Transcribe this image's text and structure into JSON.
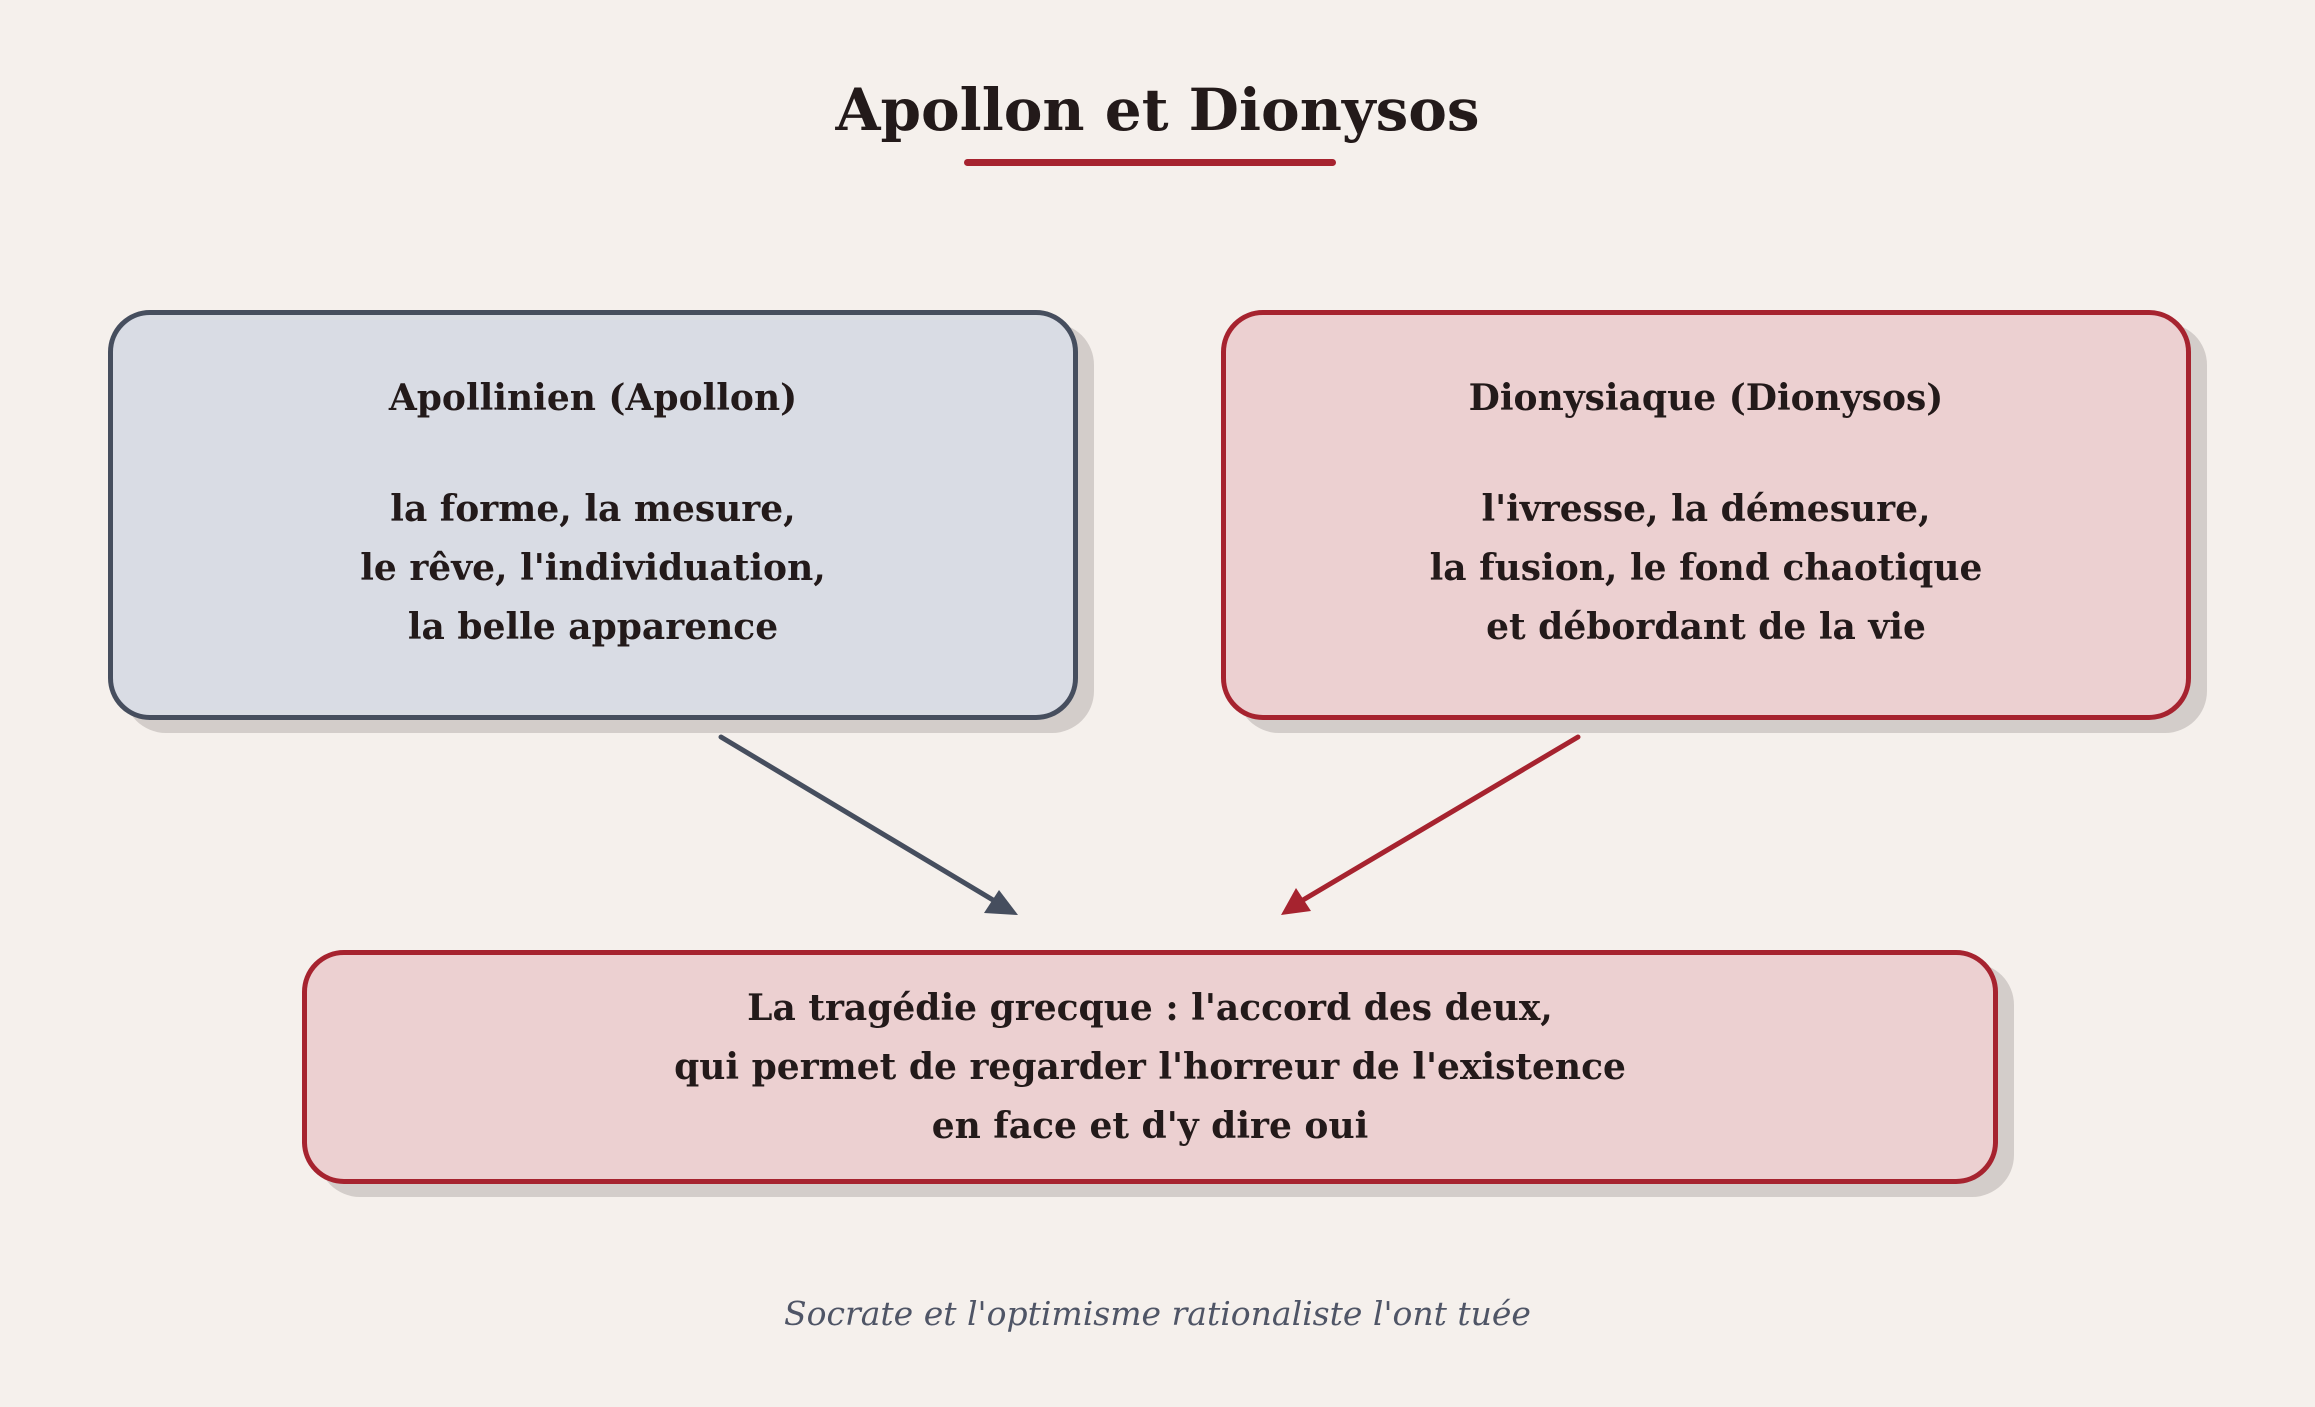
{
  "title": "Apollon et Dionysos",
  "apollonian": {
    "heading": "Apollinien (Apollon)",
    "lines": [
      "la forme, la mesure,",
      "le rêve, l'individuation,",
      "la belle apparence"
    ]
  },
  "dionysian": {
    "heading": "Dionysiaque (Dionysos)",
    "lines": [
      "l'ivresse, la démesure,",
      "la fusion, le fond chaotique",
      "et débordant de la vie"
    ]
  },
  "tragedy": {
    "lines": [
      "La tragédie grecque : l'accord des deux,",
      "qui permet de regarder l'horreur de l'existence",
      "en face et d'y dire oui"
    ]
  },
  "footer": "Socrate et l'optimisme rationaliste l'ont tuée",
  "colors": {
    "background": "#f5f0ec",
    "accent_red": "#a6232f",
    "slate": "#464e5e",
    "apollo_fill": "#d9dce4",
    "dionysos_fill": "#ecd0d1"
  }
}
